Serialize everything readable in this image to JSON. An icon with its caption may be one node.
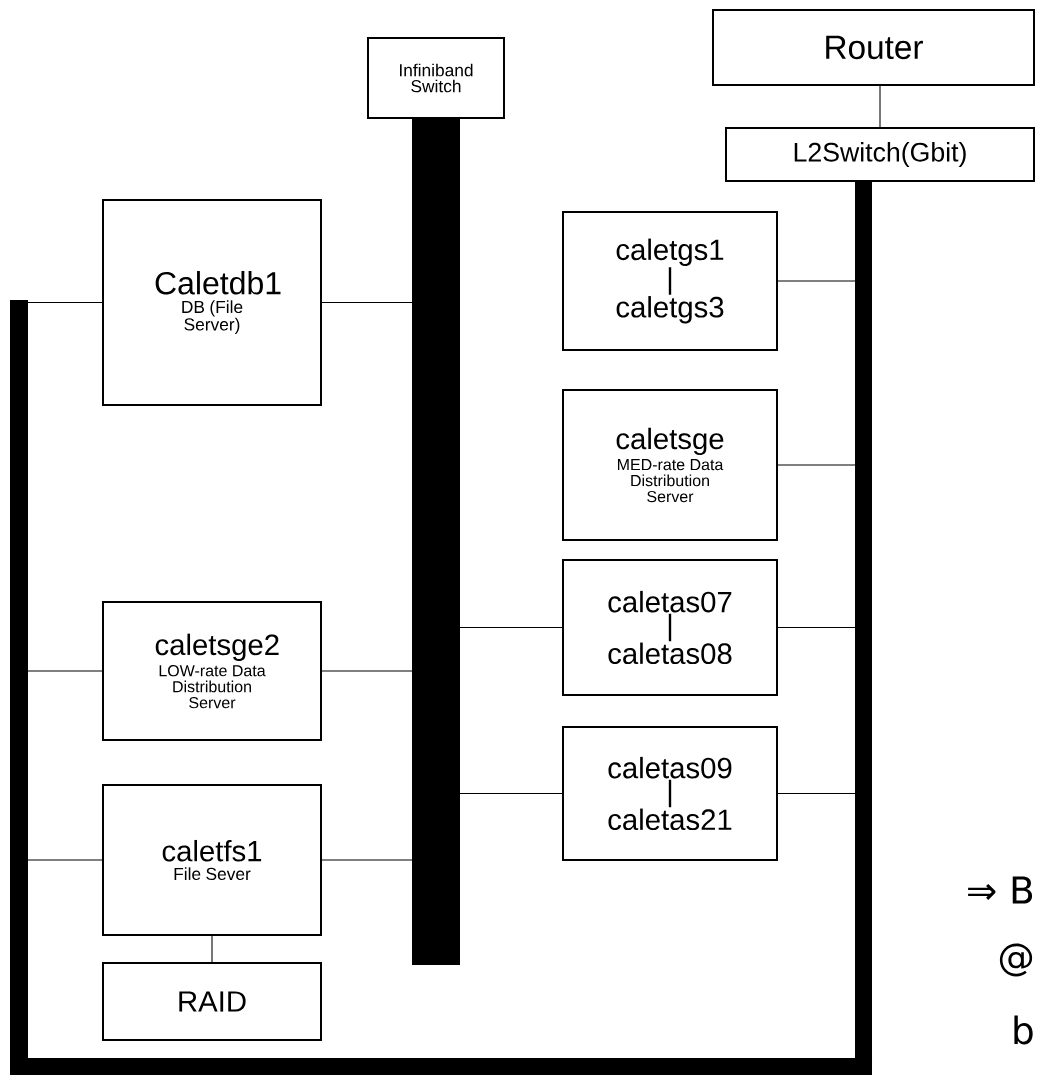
{
  "diagram": {
    "nodes": [
      {
        "text": [
          "Router"
        ]
      },
      {
        "text": [
          "L2Switch(Gbit)"
        ]
      },
      {
        "text": [
          "Infiniband Switch"
        ]
      },
      {
        "text": [],
        "shape": "bar"
      },
      {
        "text": [],
        "shape": "bar"
      },
      {
        "text": [],
        "shape": "bar"
      },
      {
        "text": [
          "Caletdb1",
          "DB (File Server)"
        ]
      },
      {
        "text": [
          "caletgs1 | caletgs3"
        ]
      },
      {
        "text": [
          "caletsge",
          "MED-rate Data Distribution Server"
        ]
      },
      {
        "text": [
          "caletas07 | caletas08"
        ]
      },
      {
        "text": [
          "caletsge2",
          "LOW-rate Data Distribution Server"
        ]
      },
      {
        "text": [
          "caletas09 | caletas21"
        ]
      },
      {
        "text": [
          "caletfs1",
          "File Sever"
        ]
      },
      {
        "text": [
          "RAID"
        ]
      }
    ],
    "edges": [
      {
        "from": 0,
        "to": 1,
        "arrow": "none"
      },
      {
        "from": 6,
        "to": 3,
        "arrow": "none"
      },
      {
        "from": 6,
        "to": 4,
        "arrow": "none"
      },
      {
        "from": 7,
        "to": 5,
        "arrow": "none"
      },
      {
        "from": 8,
        "to": 5,
        "arrow": "none"
      },
      {
        "from": 4,
        "to": 9,
        "arrow": "none"
      },
      {
        "from": 9,
        "to": 5,
        "arrow": "none"
      },
      {
        "from": 10,
        "to": 3,
        "arrow": "none"
      },
      {
        "from": 10,
        "to": 4,
        "arrow": "none"
      },
      {
        "from": 4,
        "to": 11,
        "arrow": "none"
      },
      {
        "from": 11,
        "to": 5,
        "arrow": "none"
      },
      {
        "from": 12,
        "to": 3,
        "arrow": "none"
      },
      {
        "from": 12,
        "to": 4,
        "arrow": "none"
      },
      {
        "from": 12,
        "to": 13,
        "arrow": "none"
      },
      {
        "from": 5,
        "to": 3,
        "arrow": "none",
        "style": "thick"
      }
    ],
    "labels": [
      "⇒ B",
      "@",
      "b"
    ]
  }
}
